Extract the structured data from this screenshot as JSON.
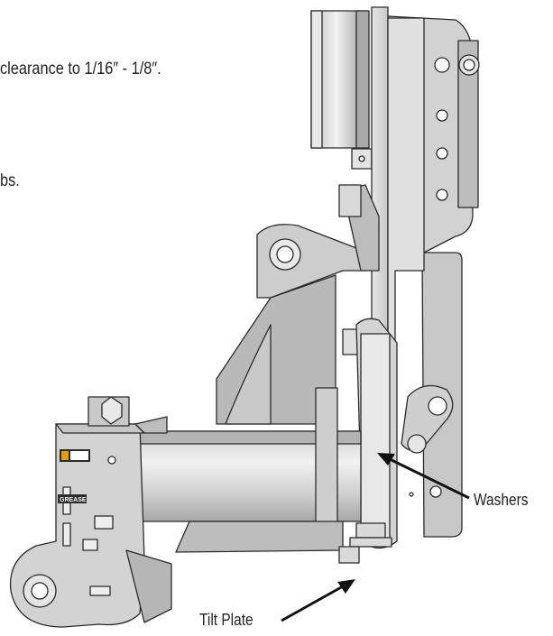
{
  "instructions": {
    "line1": "clearance to 1/16″ - 1/8″.",
    "line2": "bs."
  },
  "callouts": {
    "washers": "Washers",
    "tilt_plate": "Tilt Plate"
  },
  "decals": {
    "grease": "GREASE"
  },
  "colors": {
    "background": "#ffffff",
    "metal_light": "#d9d9d9",
    "metal_mid": "#c4c4c4",
    "metal_dark": "#a8a8a8",
    "outline": "#2a2a2a",
    "arrow": "#111111"
  }
}
